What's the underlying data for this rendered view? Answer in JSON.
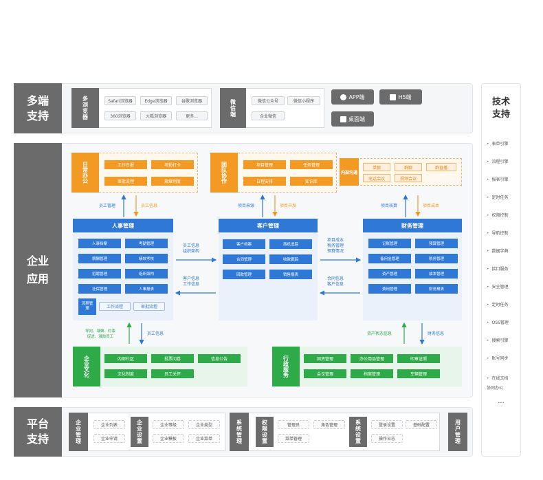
{
  "sections": {
    "multi": "多端\n支持",
    "enterprise": "企业\n应用",
    "platform": "平台\n支持",
    "tech": "技术\n支持"
  },
  "multi": {
    "browser_label": "多浏览器",
    "browsers": [
      "Safari浏览器",
      "Edge浏览器",
      "谷歌浏览器",
      "360浏览器",
      "火狐浏览器",
      "更多..."
    ],
    "wechat_label": "微信端",
    "wechat": [
      "微信公众号",
      "微信小程序",
      "企业微信"
    ],
    "app": "APP端",
    "h5": "H5端",
    "desktop": "桌面端"
  },
  "daily": {
    "label": "日常办公",
    "items": [
      "工作日报",
      "考勤打卡",
      "审批流程",
      "规章制度"
    ]
  },
  "team": {
    "label": "团队协作",
    "items": [
      "项目管理",
      "任务管理",
      "日程安排",
      "知识库"
    ]
  },
  "comm": {
    "label": "内部沟通",
    "items": [
      "单聊",
      "群聊",
      "群直播",
      "电话会议",
      "视频会议"
    ]
  },
  "hr": {
    "title": "人事管理",
    "items": [
      "人事档案",
      "考勤管理",
      "薪酬管理",
      "绩效考核",
      "招聘管理",
      "组织架构",
      "社保管理",
      "人事报表"
    ],
    "flow_label": "流程管理",
    "flow_items": [
      "工作流程",
      "审批流程"
    ]
  },
  "crm": {
    "title": "客户管理",
    "items": [
      "客户档案",
      "商机追踪",
      "合同管理",
      "收款跟踪",
      "回款管理",
      "销售报表"
    ]
  },
  "finance": {
    "title": "财务管理",
    "items": [
      "记账管理",
      "预算管理",
      "备用金管理",
      "税务管理",
      "资产管理",
      "成本管理",
      "费用管理",
      "财务报表"
    ]
  },
  "culture": {
    "label": "企业文化",
    "items": [
      "内部社区",
      "投票问卷",
      "信息公告",
      "文化制度",
      "员工关怀"
    ]
  },
  "admin": {
    "label": "行政服务",
    "items": [
      "固资管理",
      "办公用品管理",
      "印章证照",
      "会议管理",
      "档案管理",
      "车辆管理"
    ]
  },
  "arrows": {
    "staff_mgmt": "员工管理",
    "staff_info": "员工信息",
    "project_source": "项目来源",
    "project_dev": "项目开发",
    "project_check": "项目核算",
    "project_cost": "项目成本",
    "hr_to_crm": "员工信息\n组织架构",
    "crm_to_hr": "客户信息\n工作信息",
    "crm_to_fin": "项目成本\n税务管理\n预算情况",
    "fin_to_crm": "合同信息\n客户信息",
    "culture_up": "导向、凝聚、约束\n促进、激励员工",
    "staff_info2": "员工信息",
    "asset_status": "资产状态信息",
    "fin_info": "财务信息"
  },
  "platform": {
    "enterprise_mgmt": "企业管理",
    "ent_items": [
      "企业列表",
      "企业申请"
    ],
    "ent_settings": "企业设置",
    "ent_setting_items": [
      "企业等级",
      "企业类型",
      "企业模板",
      "企业菜单"
    ],
    "system_mgmt": "系统管理",
    "perm_settings": "权限设置",
    "perm_items": [
      "管理员",
      "角色管理",
      "菜单管理"
    ],
    "sys_settings": "系统设置",
    "sys_items": [
      "登录设置",
      "基础配置",
      "操作日志"
    ],
    "user_mgmt": "用户管理"
  },
  "tech": {
    "items": [
      "表单引擎",
      "流程引擎",
      "报表引擎",
      "定时任务",
      "权限控制",
      "导航控制",
      "数据字典",
      "接口服务",
      "安全管理",
      "定时任务",
      "OSS管理",
      "搜索引擎",
      "账号同步",
      "在线文档\n协同办公"
    ],
    "more": "..."
  },
  "colors": {
    "orange": "#f39a25",
    "blue": "#2f78d6",
    "green": "#2eaa48",
    "gray": "#6b6b6b"
  }
}
